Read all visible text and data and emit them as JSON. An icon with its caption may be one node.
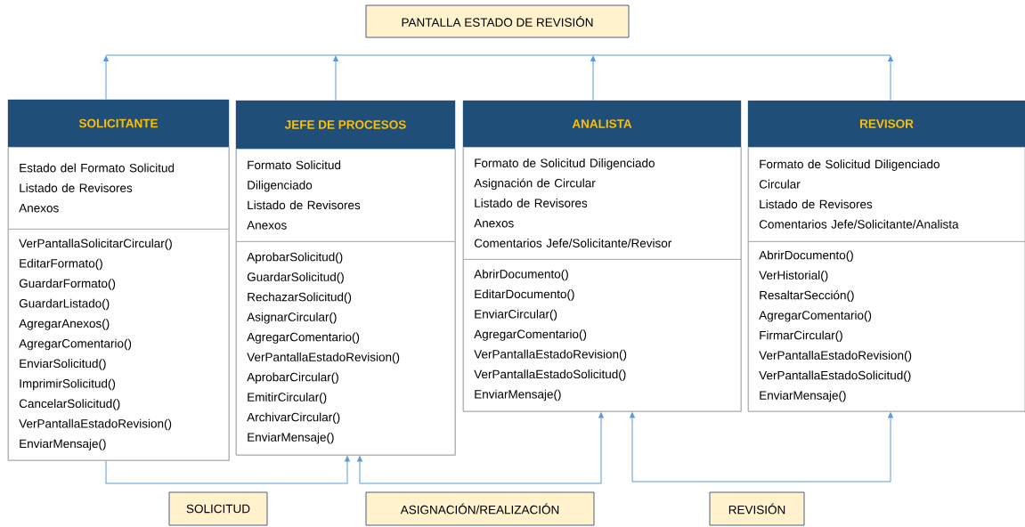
{
  "diagram": {
    "nodes": [
      {
        "text": [
          "PANTALLA ESTADO DE REVISIÓN"
        ]
      },
      {
        "text": [
          "SOLICITANTE"
        ]
      },
      {
        "text": [
          "Estado del Formato Solicitud",
          "Listado de Revisores",
          "Anexos"
        ],
        "in": 1
      },
      {
        "text": [
          "VerPantallaSolicitarCircular()",
          "EditarFormato()",
          "GuardarFormato()",
          "GuardarListado()",
          "AgregarAnexos()",
          "AgregarComentario()",
          "EnviarSolicitud()",
          "ImprimirSolicitud()",
          "CancelarSolicitud()",
          "VerPantallaEstadoRevision()",
          "EnviarMensaje()"
        ],
        "in": 1
      },
      {
        "text": [
          "JEFE DE PROCESOS"
        ]
      },
      {
        "text": [
          "Formato Solicitud Diligenciado",
          "Listado de Revisores",
          "Anexos"
        ],
        "in": 4
      },
      {
        "text": [
          "AprobarSolicitud()",
          "GuardarSolicitud()",
          "RechazarSolicitud()",
          "AsignarCircular()",
          "AgregarComentario()",
          "VerPantallaEstadoRevision()",
          "AprobarCircular()",
          "EmitirCircular()",
          "ArchivarCircular()",
          "EnviarMensaje()"
        ],
        "in": 4
      },
      {
        "text": [
          "ANALISTA"
        ]
      },
      {
        "text": [
          "Formato de Solicitud Diligenciado",
          "Asignación de Circular",
          "Listado de Revisores",
          "Anexos",
          "Comentarios Jefe/Solicitante/Revisor"
        ],
        "in": 7
      },
      {
        "text": [
          "AbrirDocumento()",
          "EditarDocumento()",
          "EnviarCircular()",
          "AgregarComentario()",
          "VerPantallaEstadoRevision()",
          "VerPantallaEstadoSolicitud()",
          "EnviarMensaje()"
        ],
        "in": 7
      },
      {
        "text": [
          "REVISOR"
        ]
      },
      {
        "text": [
          "Formato de Solicitud Diligenciado",
          "Circular",
          "Listado de Revisores",
          "Comentarios Jefe/Solicitante/Analista"
        ],
        "in": 10
      },
      {
        "text": [
          "AbrirDocumento()",
          "VerHistorial()",
          "ResaltarSección()",
          "AgregarComentario()",
          "FirmarCircular()",
          "VerPantallaEstadoRevision()",
          "VerPantallaEstadoSolicitud()",
          "EnviarMensaje()"
        ],
        "in": 10
      },
      {
        "text": [
          "SOLICITUD"
        ]
      },
      {
        "text": [
          "ASIGNACIÓN/REALIZACIÓN"
        ]
      },
      {
        "text": [
          "REVISIÓN"
        ]
      }
    ],
    "edges": [
      {
        "from": 1,
        "to": null,
        "arrow": "to"
      },
      {
        "from": 4,
        "to": null,
        "arrow": "to"
      },
      {
        "from": 7,
        "to": null,
        "arrow": "to"
      },
      {
        "from": 10,
        "to": null,
        "arrow": "to"
      },
      {
        "from": 1,
        "to": 4,
        "arrow": "to"
      },
      {
        "from": 4,
        "to": 7,
        "arrow": "both"
      },
      {
        "from": 7,
        "to": 10,
        "arrow": "both"
      }
    ]
  }
}
